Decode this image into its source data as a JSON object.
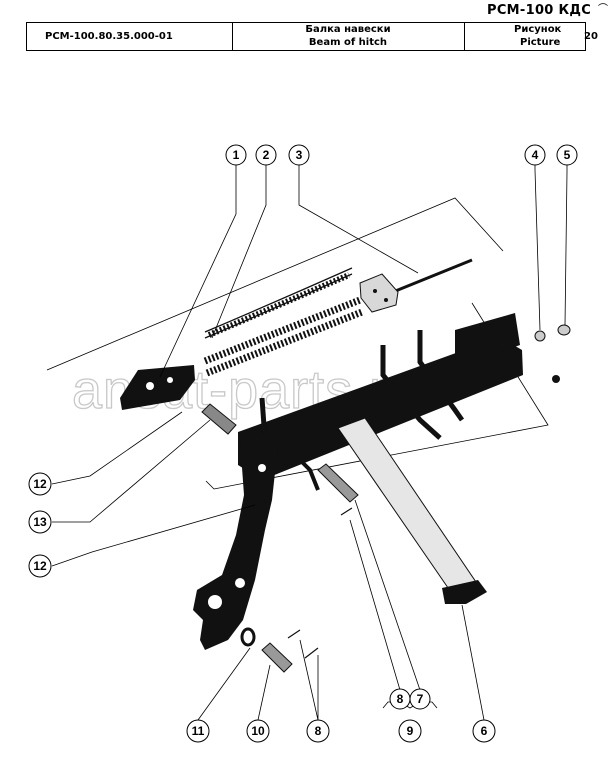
{
  "header": {
    "top_title": "РСМ-100 КДС",
    "corner_mark": "⌒",
    "doc_code": "РСМ-100.80.35.000-01",
    "title_ru": "Балка навески",
    "title_en": "Beam of hitch",
    "figure_label_ru": "Рисунок",
    "figure_label_en": "Picture",
    "figure_number": "20"
  },
  "watermark": "ansat-parts.ru",
  "callouts": [
    {
      "id": "callout-1",
      "label": "1"
    },
    {
      "id": "callout-2",
      "label": "2"
    },
    {
      "id": "callout-3",
      "label": "3"
    },
    {
      "id": "callout-4",
      "label": "4"
    },
    {
      "id": "callout-5",
      "label": "5"
    },
    {
      "id": "callout-12a",
      "label": "12"
    },
    {
      "id": "callout-13",
      "label": "13"
    },
    {
      "id": "callout-12b",
      "label": "12"
    },
    {
      "id": "callout-11",
      "label": "11"
    },
    {
      "id": "callout-10",
      "label": "10"
    },
    {
      "id": "callout-8a",
      "label": "8"
    },
    {
      "id": "callout-8b",
      "label": "8"
    },
    {
      "id": "callout-7",
      "label": "7"
    },
    {
      "id": "callout-9",
      "label": "9"
    },
    {
      "id": "callout-6",
      "label": "6"
    }
  ],
  "colors": {
    "part_dark": "#111111",
    "part_light": "#e6e6e6",
    "line": "#000000",
    "watermark": "#c8c8c8"
  }
}
